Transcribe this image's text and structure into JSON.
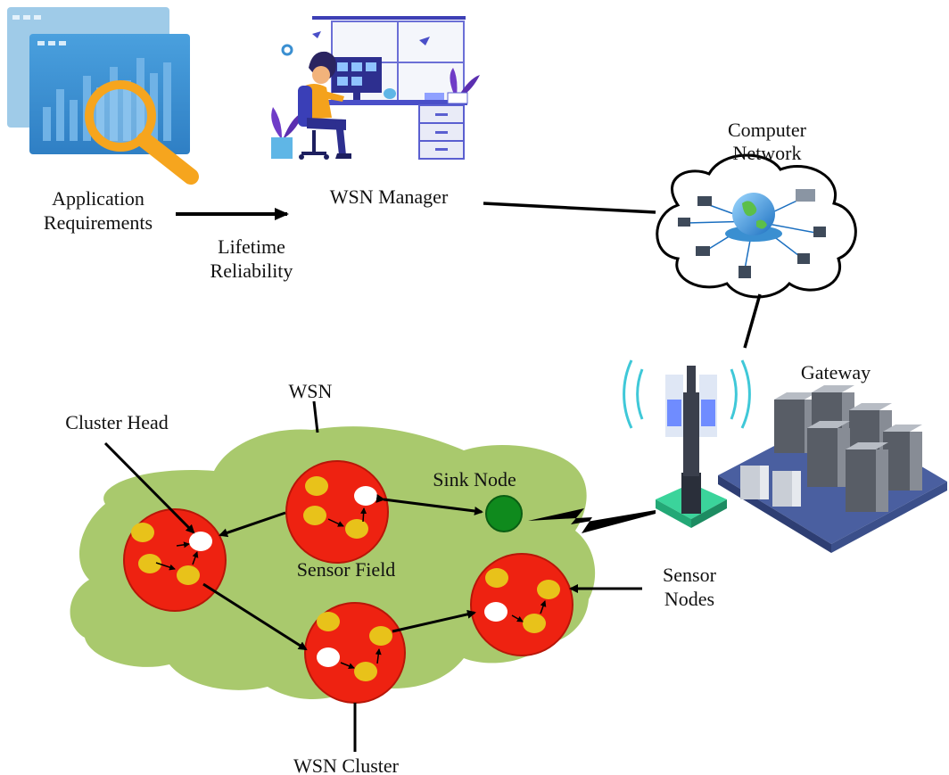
{
  "labels": {
    "app_req_line1": "Application",
    "app_req_line2": "Requirements",
    "wsn_manager": "WSN Manager",
    "computer_network_line1": "Computer",
    "computer_network_line2": "Network",
    "lifetime": "Lifetime",
    "reliability": "Reliability",
    "wsn": "WSN",
    "cluster_head": "Cluster Head",
    "gateway": "Gateway",
    "sink_node": "Sink Node",
    "sensor_field": "Sensor Field",
    "sensor_nodes_line1": "Sensor",
    "sensor_nodes_line2": "Nodes",
    "wsn_cluster": "WSN Cluster"
  },
  "colors": {
    "field_green": "#a9c96d",
    "cluster_red": "#ee2211",
    "sensor_yellow": "#e8c21a",
    "cluster_head_white": "#ffffff",
    "sink_green": "#0f8a1d",
    "panel_blue": "#3a8fd1",
    "panel_light": "#9fcbe8",
    "magnifier_orange": "#f6a51e",
    "server_gray": "#6d7178",
    "platform_blue": "#3b4f8a",
    "tower_cyan": "#3fc8d8"
  },
  "icons": [
    "application-analytics-icon",
    "wsn-manager-workstation-icon",
    "computer-network-cloud-icon",
    "gateway-tower-icon",
    "gateway-servers-icon"
  ]
}
